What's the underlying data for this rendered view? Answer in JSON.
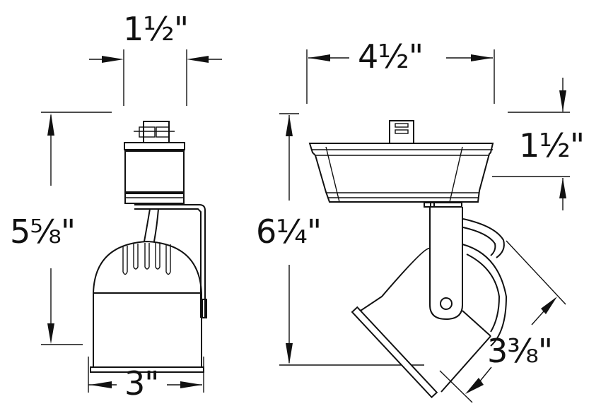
{
  "figure": {
    "title": "Track light fixture dimension drawing",
    "line_color": "#111111",
    "background": "#ffffff"
  },
  "front_view": {
    "dimensions": {
      "head_width_top": "1½\"",
      "overall_height": "5⅝\"",
      "bottom_width": "3\""
    }
  },
  "side_view": {
    "dimensions": {
      "canopy_width": "4½\"",
      "canopy_height": "1½\"",
      "overall_height": "6¼\"",
      "lamp_diameter": "3⅜\""
    }
  }
}
